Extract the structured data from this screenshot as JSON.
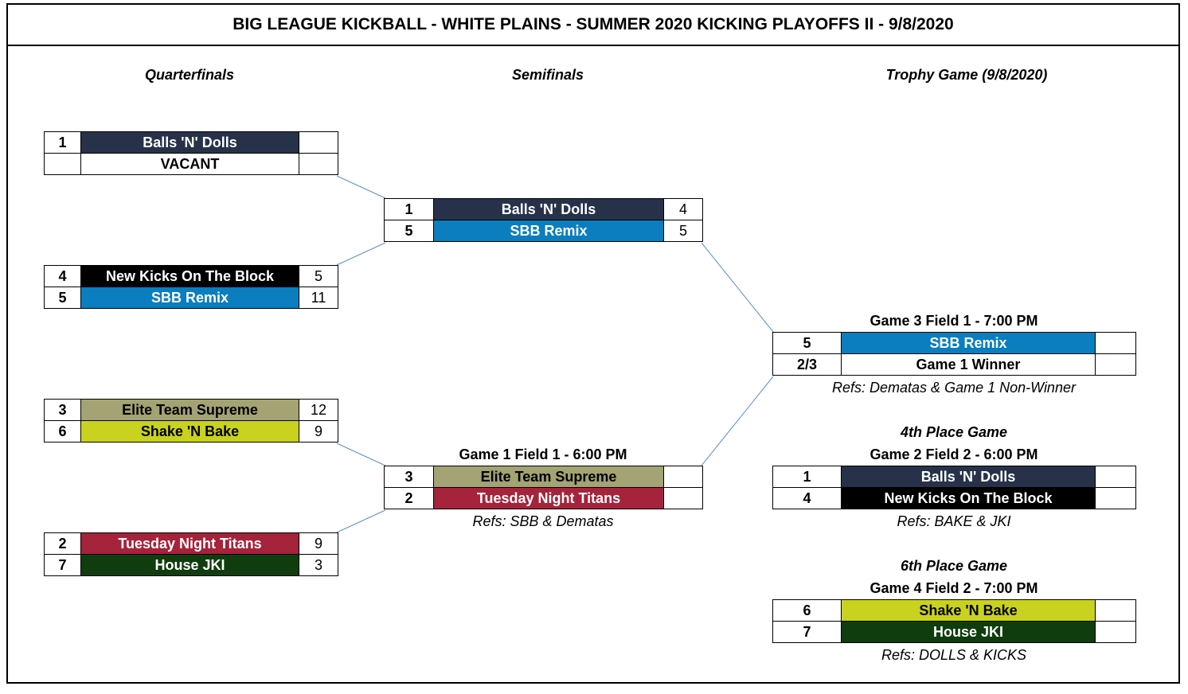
{
  "title": "BIG LEAGUE KICKBALL - WHITE PLAINS - SUMMER 2020 KICKING PLAYOFFS II - 9/8/2020",
  "rounds": {
    "quarterfinals": "Quarterfinals",
    "semifinals": "Semifinals",
    "trophy": "Trophy Game (9/8/2020)"
  },
  "colors": {
    "navy": "#27324a",
    "black": "#000000",
    "blue": "#0a7ebe",
    "olive": "#a3a373",
    "lime": "#c9d21f",
    "crimson": "#a5233b",
    "darkgreen": "#0f3d0d",
    "white": "#ffffff",
    "connector": "#5b8ec9"
  },
  "qf": [
    {
      "rows": [
        {
          "seed": "1",
          "team": "Balls 'N' Dolls",
          "score": "",
          "color": "navy"
        },
        {
          "seed": "",
          "team": "VACANT",
          "score": "",
          "color": "white"
        }
      ]
    },
    {
      "rows": [
        {
          "seed": "4",
          "team": "New Kicks On The Block",
          "score": "5",
          "color": "black"
        },
        {
          "seed": "5",
          "team": "SBB Remix",
          "score": "11",
          "color": "blue"
        }
      ]
    },
    {
      "rows": [
        {
          "seed": "3",
          "team": "Elite Team Supreme",
          "score": "12",
          "color": "olive"
        },
        {
          "seed": "6",
          "team": "Shake 'N Bake",
          "score": "9",
          "color": "lime"
        }
      ]
    },
    {
      "rows": [
        {
          "seed": "2",
          "team": "Tuesday Night Titans",
          "score": "9",
          "color": "crimson"
        },
        {
          "seed": "7",
          "team": "House JKI",
          "score": "3",
          "color": "darkgreen"
        }
      ]
    }
  ],
  "sf": [
    {
      "rows": [
        {
          "seed": "1",
          "team": "Balls 'N' Dolls",
          "score": "4",
          "color": "navy"
        },
        {
          "seed": "5",
          "team": "SBB Remix",
          "score": "5",
          "color": "blue"
        }
      ]
    },
    {
      "game": "Game 1 Field 1 - 6:00 PM",
      "refs": "Refs: SBB & Dematas",
      "rows": [
        {
          "seed": "3",
          "team": "Elite Team Supreme",
          "score": "",
          "color": "olive"
        },
        {
          "seed": "2",
          "team": "Tuesday Night Titans",
          "score": "",
          "color": "crimson"
        }
      ]
    }
  ],
  "finals": [
    {
      "title": "",
      "game": "Game 3 Field 1 - 7:00 PM",
      "refs": "Refs: Dematas & Game 1 Non-Winner",
      "rows": [
        {
          "seed": "5",
          "team": "SBB Remix",
          "score": "",
          "color": "blue"
        },
        {
          "seed": "2/3",
          "team": "Game 1 Winner",
          "score": "",
          "color": "white"
        }
      ]
    },
    {
      "title": "4th Place Game",
      "game": "Game 2 Field 2 - 6:00 PM",
      "refs": "Refs: BAKE & JKI",
      "rows": [
        {
          "seed": "1",
          "team": "Balls 'N' Dolls",
          "score": "",
          "color": "navy"
        },
        {
          "seed": "4",
          "team": "New Kicks On The Block",
          "score": "",
          "color": "black"
        }
      ]
    },
    {
      "title": "6th Place Game",
      "game": "Game 4 Field 2 - 7:00 PM",
      "refs": "Refs: DOLLS & KICKS",
      "rows": [
        {
          "seed": "6",
          "team": "Shake 'N Bake",
          "score": "",
          "color": "lime"
        },
        {
          "seed": "7",
          "team": "House JKI",
          "score": "",
          "color": "darkgreen"
        }
      ]
    }
  ]
}
